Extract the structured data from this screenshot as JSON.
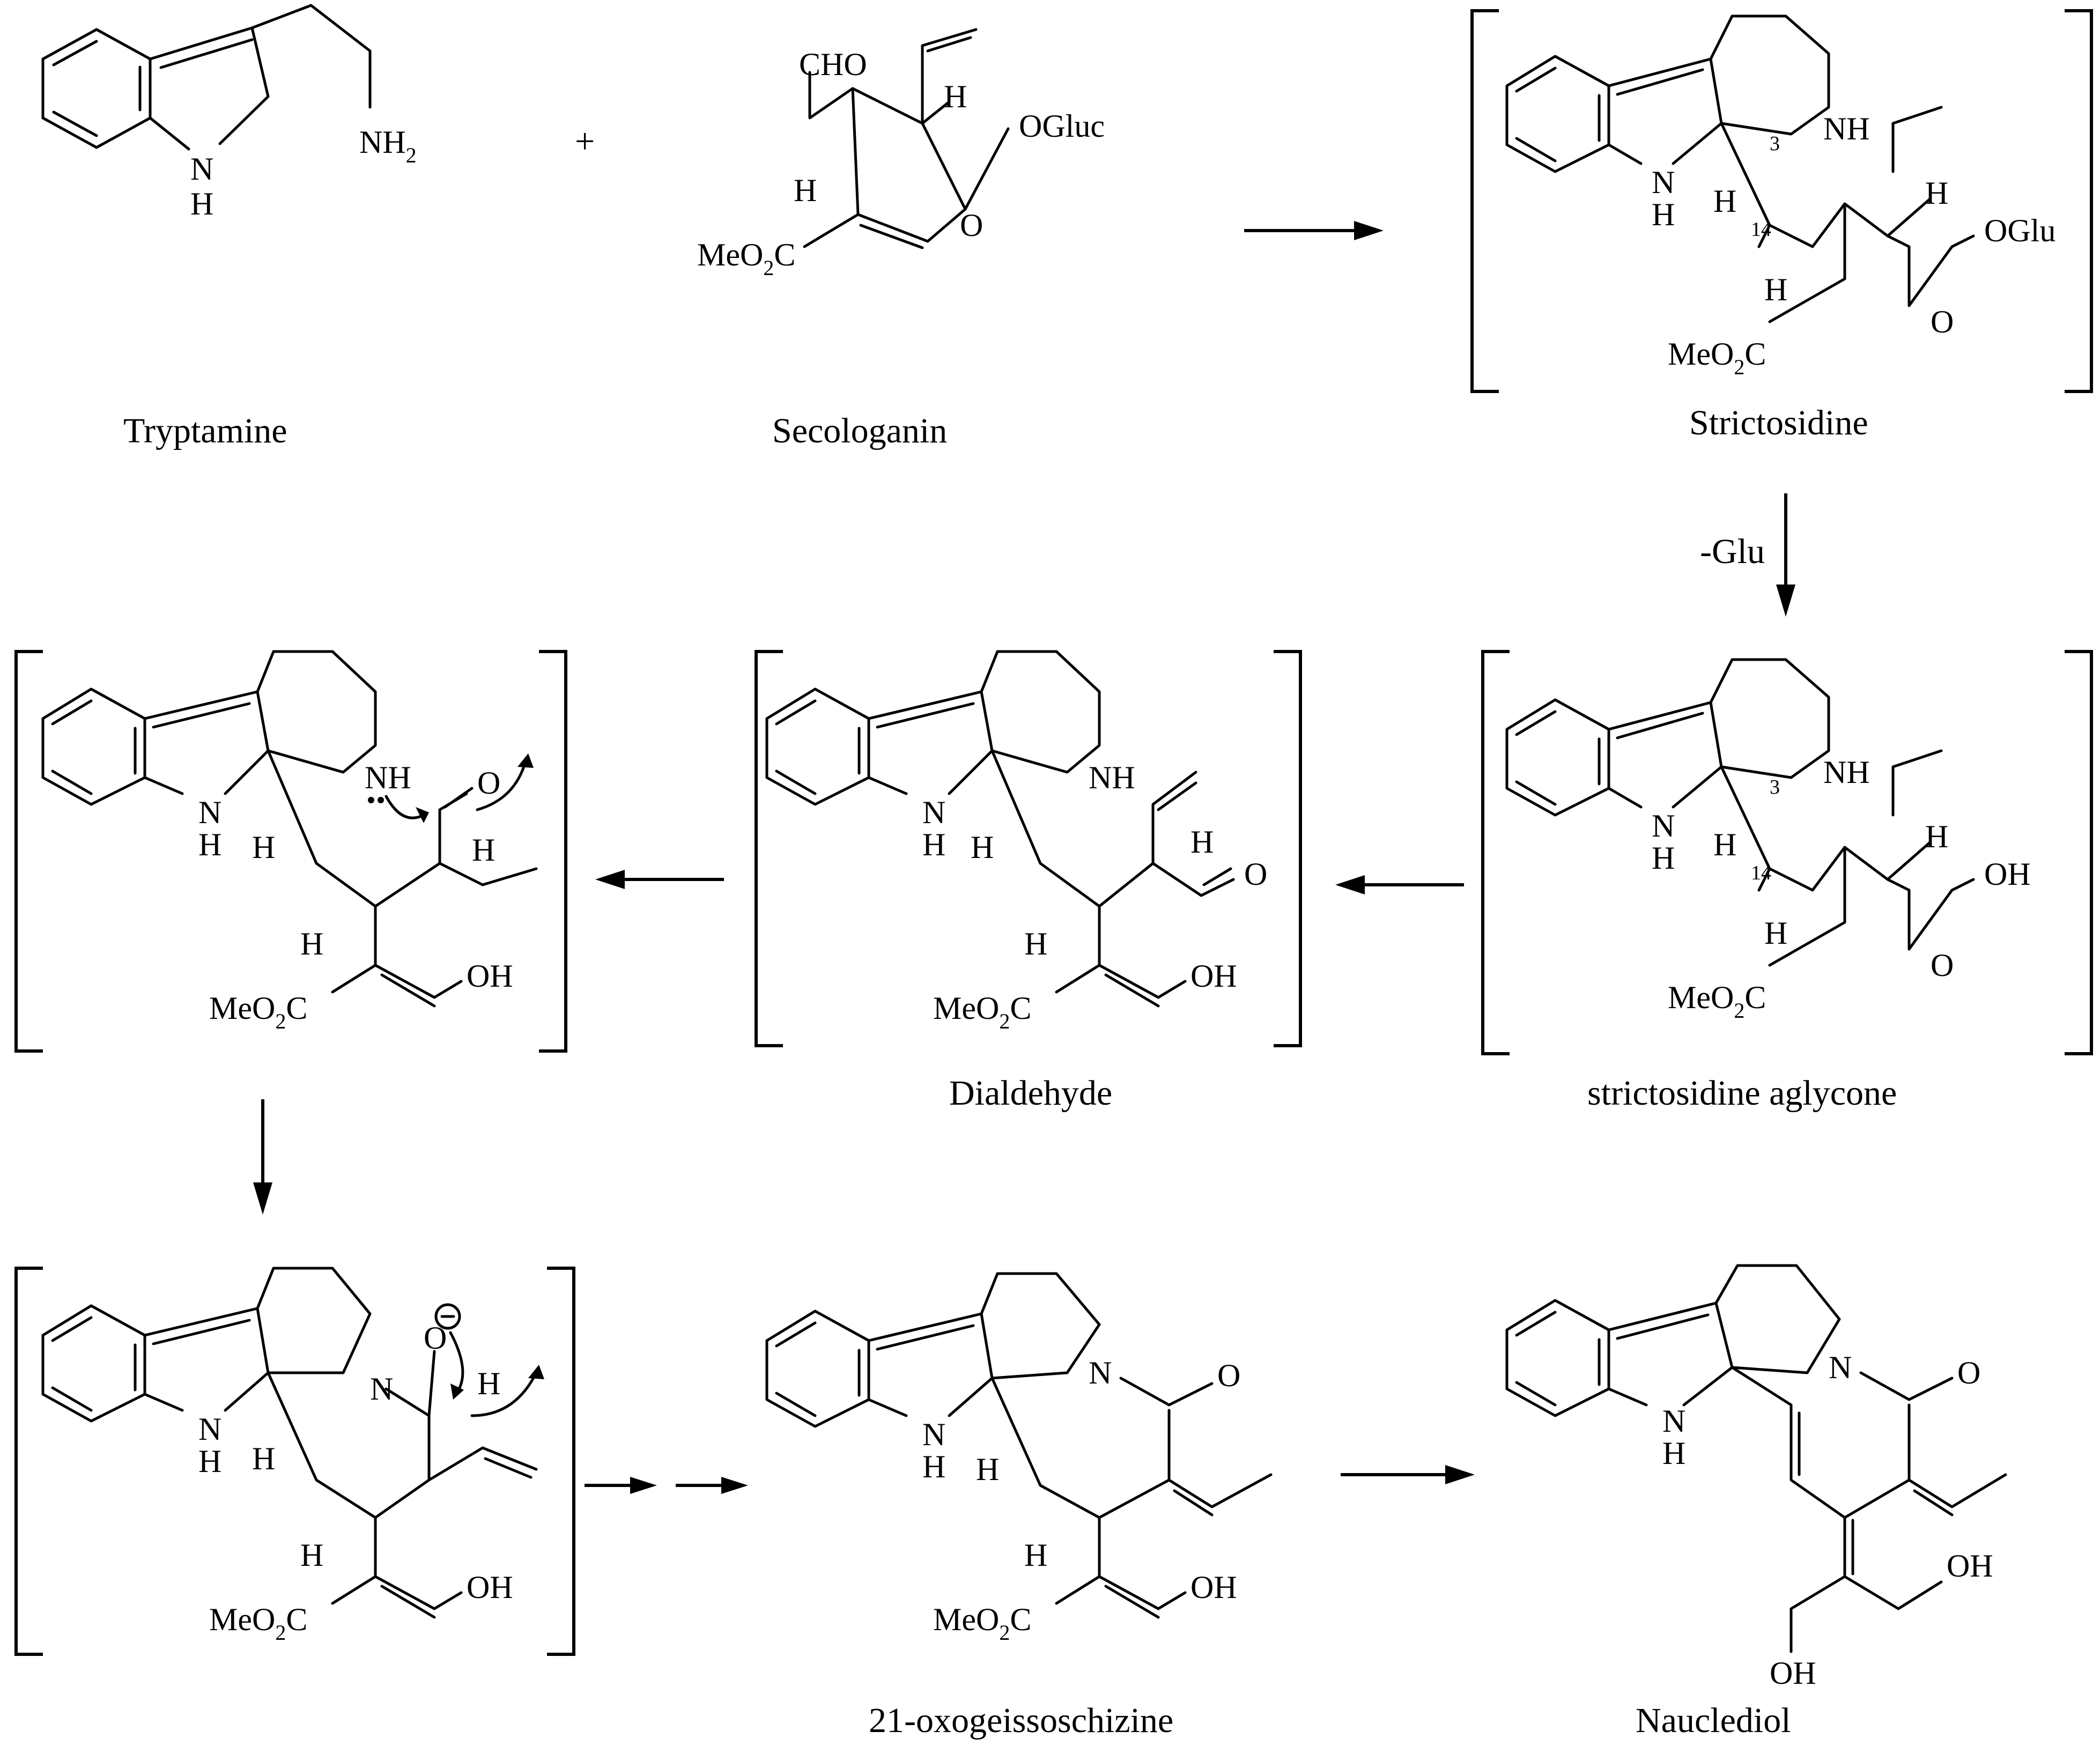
{
  "compounds": {
    "tryptamine": "Tryptamine",
    "secologanin": "Secologanin",
    "strictosidine": "Strictosidine",
    "strictosidine_aglycone": "strictosidine aglycone",
    "dialdehyde": "Dialdehyde",
    "oxogeissoschizine": "21-oxogeissoschizine",
    "nauclediol": "Nauclediol"
  },
  "reagents": {
    "plus": "+",
    "deglycosylation": "-Glu"
  },
  "atoms": {
    "indole_nh_n": "N",
    "indole_nh_h": "H",
    "h": "H",
    "nh": "NH",
    "nh2": "NH",
    "nh2_sub": "2",
    "n": "N",
    "o": "O",
    "oh": "OH",
    "cho": "CHO",
    "ogluc": "OGluc",
    "oglu": "OGlu",
    "meo2c_a": "MeO",
    "meo2c_sub": "2",
    "meo2c_b": "C",
    "minus": "−"
  },
  "locants": {
    "c3": "3",
    "c14": "14"
  }
}
